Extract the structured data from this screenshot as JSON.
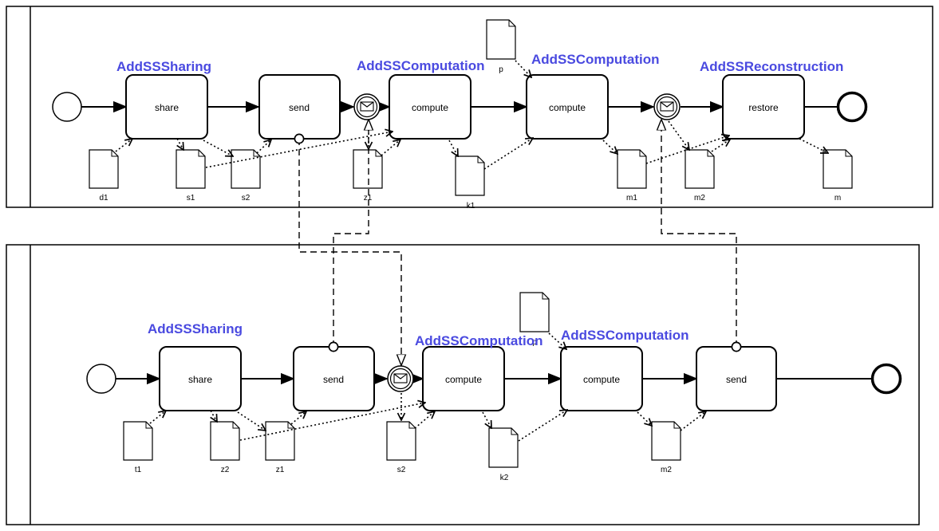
{
  "colors": {
    "annotation": "#4a4ae0",
    "stroke": "#000000"
  },
  "pool1": {
    "tasks": {
      "share": "share",
      "send": "send",
      "compute_a": "compute",
      "compute_b": "compute",
      "restore": "restore"
    },
    "annotations": {
      "sharing": "AddSSSharing",
      "computation_a": "AddSSComputation",
      "computation_b": "AddSSComputation",
      "reconstruction": "AddSSReconstruction"
    },
    "docs": {
      "d1": "d1",
      "s1": "s1",
      "s2": "s2",
      "z1": "z1",
      "k1": "k1",
      "p": "p",
      "m1": "m1",
      "m2": "m2",
      "m": "m"
    }
  },
  "pool2": {
    "tasks": {
      "share": "share",
      "send_a": "send",
      "compute_a": "compute",
      "compute_b": "compute",
      "send_b": "send"
    },
    "annotations": {
      "sharing": "AddSSSharing",
      "computation_a": "AddSSComputation",
      "computation_b": "AddSSComputation"
    },
    "docs": {
      "t1": "t1",
      "z2": "z2",
      "z1": "z1",
      "s2": "s2",
      "k2": "k2",
      "p": "p",
      "m2": "m2"
    }
  }
}
